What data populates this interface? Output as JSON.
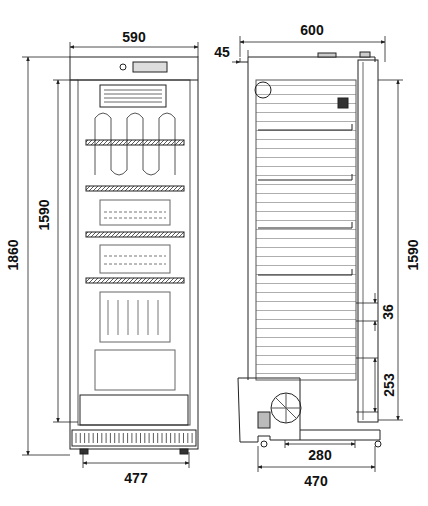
{
  "diagram": {
    "labels": [
      "590",
      "600",
      "45",
      "1860",
      "1590",
      "1590",
      "36",
      "253",
      "477",
      "280",
      "470"
    ]
  }
}
